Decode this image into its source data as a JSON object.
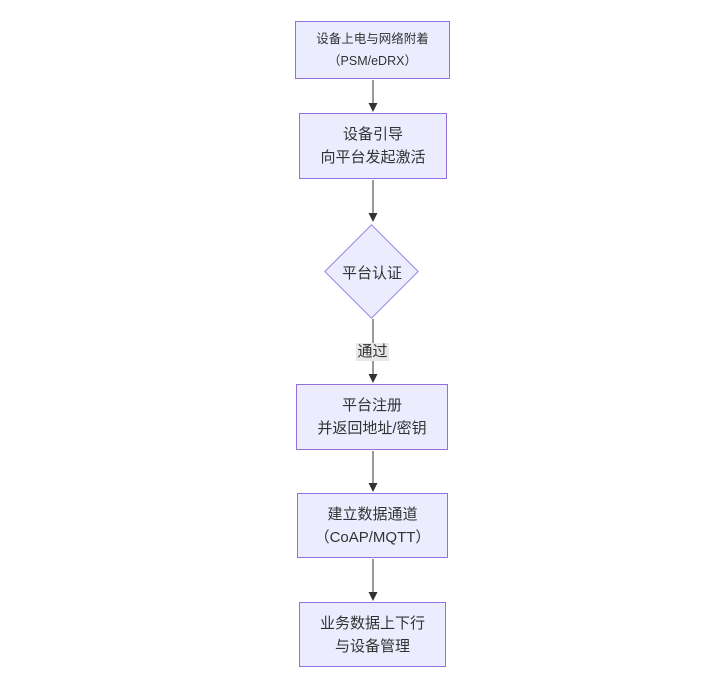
{
  "diagram": {
    "type": "flowchart",
    "direction": "top-down",
    "colors": {
      "background": "#ffffff",
      "node_fill": "#ECECFF",
      "node_border": "#9370DB",
      "text": "#333333",
      "arrow": "#333333",
      "edge_label_bg": "#e8e8e8"
    },
    "nodes": [
      {
        "id": "power-attach",
        "shape": "rect",
        "line1": "设备上电与网络附着",
        "line2": "（PSM/eDRX）"
      },
      {
        "id": "bootstrap",
        "shape": "rect",
        "line1": "设备引导",
        "line2": "向平台发起激活"
      },
      {
        "id": "platform-auth",
        "shape": "diamond",
        "label": "平台认证"
      },
      {
        "id": "platform-register",
        "shape": "rect",
        "line1": "平台注册",
        "line2": "并返回地址/密钥"
      },
      {
        "id": "data-channel",
        "shape": "rect",
        "line1": "建立数据通道",
        "line2": "（CoAP/MQTT）"
      },
      {
        "id": "business-data",
        "shape": "rect",
        "line1": "业务数据上下行",
        "line2": "与设备管理"
      }
    ],
    "edges": [
      {
        "from": "power-attach",
        "to": "bootstrap",
        "label": ""
      },
      {
        "from": "bootstrap",
        "to": "platform-auth",
        "label": ""
      },
      {
        "from": "platform-auth",
        "to": "platform-register",
        "label": "通过"
      },
      {
        "from": "platform-register",
        "to": "data-channel",
        "label": ""
      },
      {
        "from": "data-channel",
        "to": "business-data",
        "label": ""
      }
    ]
  }
}
